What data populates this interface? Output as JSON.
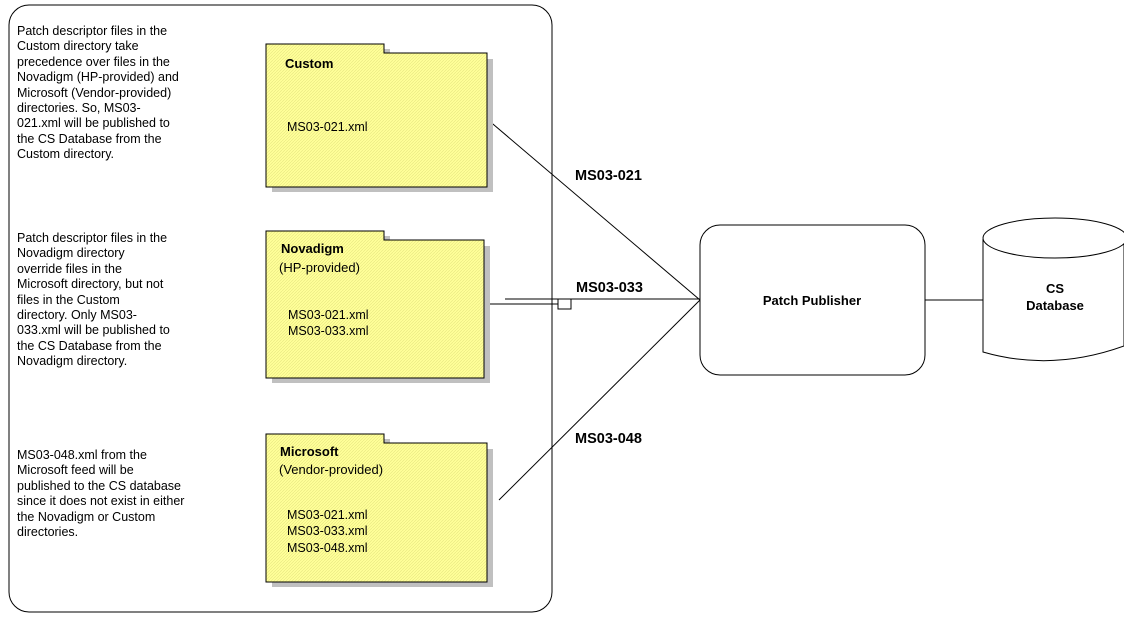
{
  "descriptions": {
    "custom": "Patch descriptor files in the\nCustom directory take\nprecedence over files in the\nNovadigm (HP-provided) and\nMicrosoft (Vendor-provided)\ndirectories.  So, MS03-\n021.xml will be published to\nthe CS Database from the\nCustom directory.",
    "novadigm": "Patch descriptor files in the\nNovadigm directory\noverride files in the\nMicrosoft directory, but not\nfiles in the Custom\ndirectory.  Only MS03-\n033.xml will be published to\nthe CS Database from the\nNovadigm directory.",
    "microsoft": "MS03-048.xml from the\nMicrosoft feed will be\npublished to the CS database\nsince it does not exist in either\nthe Novadigm or Custom\ndirectories."
  },
  "folders": {
    "custom": {
      "title": "Custom",
      "subtitle": "",
      "files": [
        "MS03-021.xml"
      ]
    },
    "novadigm": {
      "title": "Novadigm",
      "subtitle": "(HP-provided)",
      "files": [
        "MS03-021.xml",
        "MS03-033.xml"
      ]
    },
    "microsoft": {
      "title": "Microsoft",
      "subtitle": "(Vendor-provided)",
      "files": [
        "MS03-021.xml",
        "MS03-033.xml",
        "MS03-048.xml"
      ]
    }
  },
  "connections": {
    "custom": "MS03-021",
    "novadigm": "MS03-033",
    "microsoft": "MS03-048"
  },
  "publisher": {
    "label": "Patch Publisher"
  },
  "database": {
    "label_line1": "CS",
    "label_line2": "Database"
  },
  "colors": {
    "folder_fill": "#ffff99",
    "folder_shadow": "#c0c0c0",
    "stroke": "#000000",
    "background": "#ffffff"
  }
}
